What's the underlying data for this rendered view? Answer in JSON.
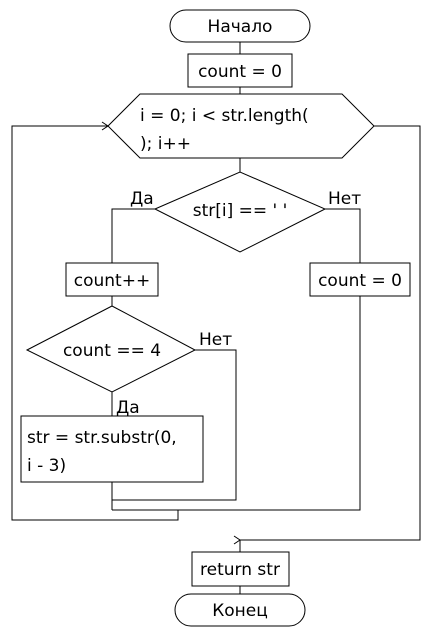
{
  "flowchart": {
    "start": "Начало",
    "init": "count = 0",
    "loop": {
      "line1": "i = 0; i < str.length(",
      "line2": "); i++"
    },
    "condition1": "str[i] == ' '",
    "yes1": "Да",
    "no1": "Нет",
    "increment": "count++",
    "reset": "count = 0",
    "condition2": "count == 4",
    "yes2": "Да",
    "no2": "Нет",
    "action": {
      "line1": "str = str.substr(0,",
      "line2": "i - 3)"
    },
    "return": "return str",
    "end": "Конец"
  }
}
